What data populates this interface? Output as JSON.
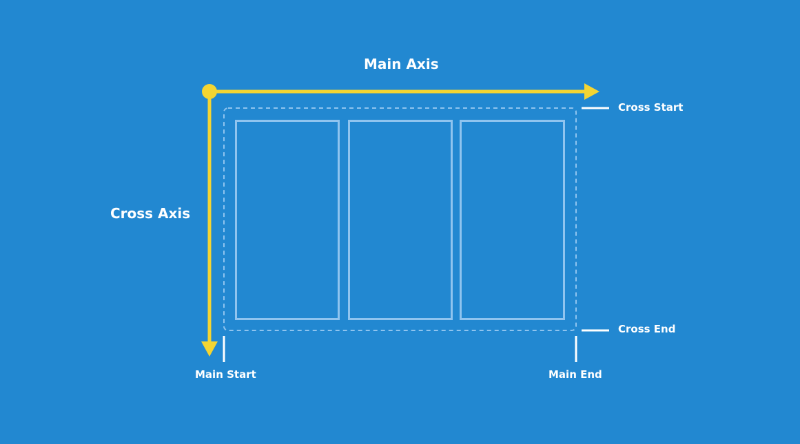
{
  "colors": {
    "background": "#2288d1",
    "axis": "#f4d532",
    "flex_item_border": "#8fc4ef",
    "container_border": "#8fc4ef",
    "text": "#ffffff"
  },
  "labels": {
    "main_axis": "Main Axis",
    "cross_axis": "Cross Axis",
    "cross_start": "Cross Start",
    "cross_end": "Cross End",
    "main_start": "Main Start",
    "main_end": "Main End"
  },
  "flex_items": [
    "item-1",
    "item-2",
    "item-3"
  ]
}
